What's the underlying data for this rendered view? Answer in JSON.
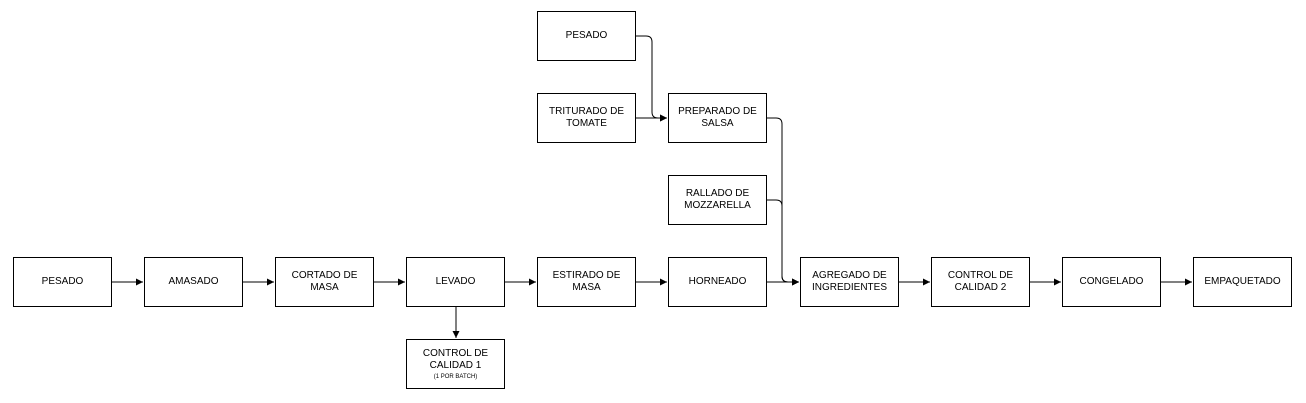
{
  "nodes": {
    "pesado_main": "PESADO",
    "amasado": "AMASADO",
    "cortado": "CORTADO DE\nMASA",
    "levado": "LEVADO",
    "estirado": "ESTIRADO DE\nMASA",
    "horneado": "HORNEADO",
    "agregado": "AGREGADO DE\nINGREDIENTES",
    "control2": "CONTROL DE\nCALIDAD 2",
    "congelado": "CONGELADO",
    "empaquetado": "EMPAQUETADO",
    "control1": "CONTROL DE\nCALIDAD 1",
    "control1_note": "(1 POR BATCH)",
    "pesado_top": "PESADO",
    "triturado": "TRITURADO DE\nTOMATE",
    "preparado": "PREPARADO DE\nSALSA",
    "rallado": "RALLADO DE\nMOZZARELLA"
  },
  "colors": {
    "line": "#000000",
    "box_border": "#000000",
    "box_fill": "#ffffff",
    "background": "#ffffff"
  }
}
